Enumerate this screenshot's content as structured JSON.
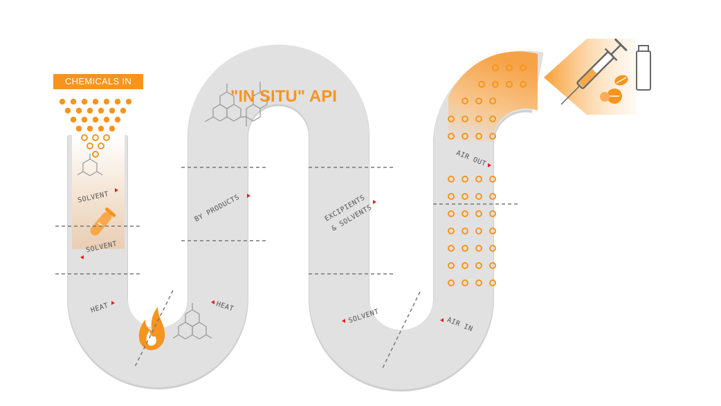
{
  "badge": "CHEMICALS IN",
  "title": "\"IN SITU\" API",
  "labels": {
    "solvent_1": "SOLVENT",
    "solvent_2": "SOLVENT",
    "heat_1": "HEAT",
    "heat_2": "HEAT",
    "by_products": "BY PRODUCTS",
    "excipients_1": "EXCIPIENTS",
    "excipients_2": "& SOLVENTS",
    "solvent_3": "SOLVENT",
    "air_out": "AIR OUT",
    "air_in": "AIR IN"
  },
  "colors": {
    "pipe": "#e1e1e1",
    "pipe_shadow": "#cfcfcf",
    "accent": "#f7941d",
    "arrow": "#e31e24",
    "dash": "#777777",
    "molecule": "#9a9a9a"
  },
  "icons": [
    "flame-icon",
    "test-tube-icon",
    "molecule-icon",
    "syringe-icon",
    "pill-icon",
    "vial-icon"
  ]
}
